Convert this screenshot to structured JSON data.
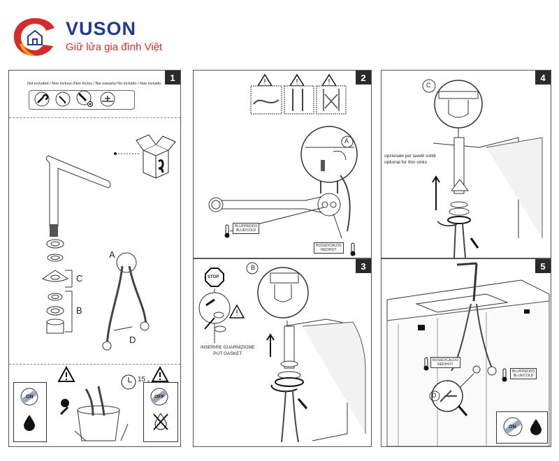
{
  "brand": {
    "name": "VUSON",
    "tagline": "Giữ lửa gia đình Việt",
    "colors": {
      "primary": "#1f3a93",
      "accent": "#d52b2b",
      "accent2": "#f2a21b"
    }
  },
  "panels": {
    "p1": {
      "number": "1",
      "not_included": "Not included / Non incluso /Non Inclus / Nie zawarty/ No incluido / Nao incluido",
      "labels": {
        "c": "C",
        "b": "B",
        "a": "A",
        "d": "D"
      },
      "timer": "15",
      "timer_unit": "s",
      "on_label": "ON",
      "off_label": "OFF"
    },
    "p2": {
      "number": "2",
      "callout": "A",
      "cold_tag": [
        "BLU/FREDDO",
        "BLUE/COLD"
      ],
      "hot_tag": [
        "ROSSO/CALDO",
        "RED/HOT"
      ]
    },
    "p3": {
      "number": "3",
      "stop_label": "STOP",
      "callout": "B",
      "gasket": [
        "INSERIRE GUARNIZIONE",
        "PUT GASKET"
      ]
    },
    "p4": {
      "number": "4",
      "callout": "C",
      "note": [
        "opzionale per lavelli sottili",
        "optional for thin sinks"
      ]
    },
    "p5": {
      "number": "5",
      "hot_tag": [
        "ROSSO/CALDO",
        "RED/HOT"
      ],
      "cold_tag": [
        "BLU/FREDDO",
        "BLUE/COLD"
      ],
      "callout": "D",
      "on_label": "ON"
    }
  }
}
